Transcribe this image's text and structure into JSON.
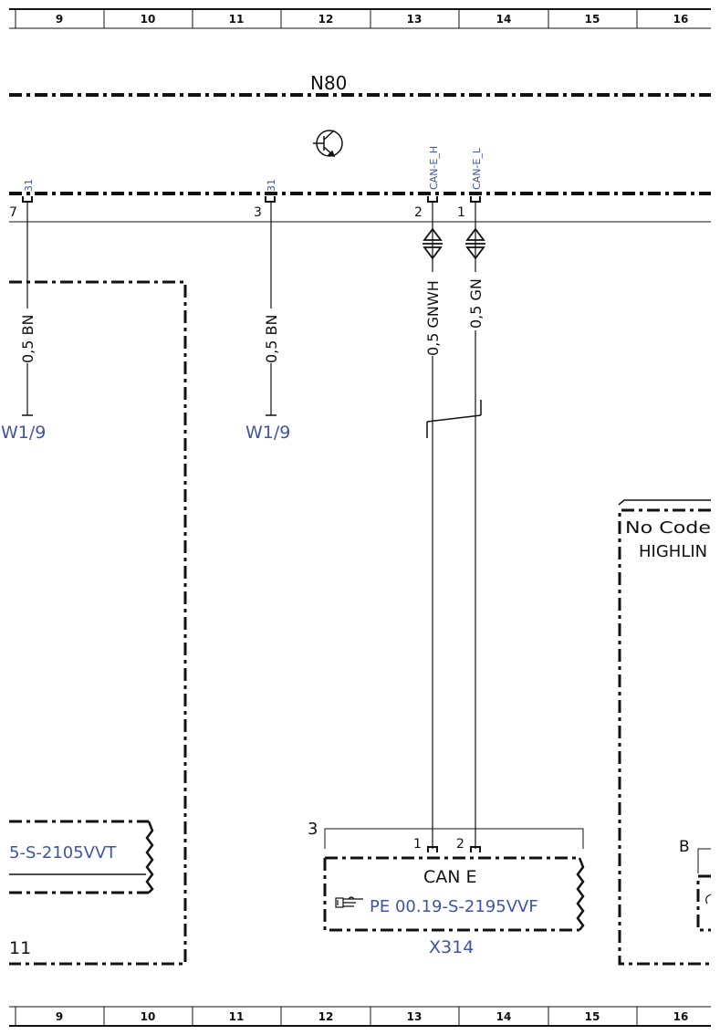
{
  "ruler": {
    "top_columns": [
      "9",
      "10",
      "11",
      "12",
      "13",
      "14",
      "15",
      "16"
    ],
    "bottom_columns": [
      "9",
      "10",
      "11",
      "12",
      "13",
      "14",
      "15",
      "16"
    ]
  },
  "component": {
    "name": "N80",
    "pins": [
      {
        "number": "7",
        "signal": "31"
      },
      {
        "number": "3",
        "signal": "31"
      },
      {
        "number": "2",
        "signal": "CAN-E_H"
      },
      {
        "number": "1",
        "signal": "CAN-E_L"
      }
    ]
  },
  "wires": [
    {
      "label": "0,5 BN",
      "destination": "W1/9"
    },
    {
      "label": "0,5 BN",
      "destination": "W1/9"
    },
    {
      "label": "0,5 GNWH"
    },
    {
      "label": "0,5 GN"
    }
  ],
  "left_box": {
    "reference": "5-S-2105VVT",
    "number": "11"
  },
  "connector": {
    "group_number": "3",
    "pins": [
      "1",
      "2"
    ],
    "title": "CAN E",
    "reference": "PE 00.19-S-2195VVF",
    "reference_icon": "pointing-hand-icon",
    "id": "X314"
  },
  "right_box": {
    "line1": "No Code",
    "line2": "HIGHLIN",
    "label": "B"
  },
  "colors": {
    "link": "#3f54a8",
    "line": "#111111"
  }
}
